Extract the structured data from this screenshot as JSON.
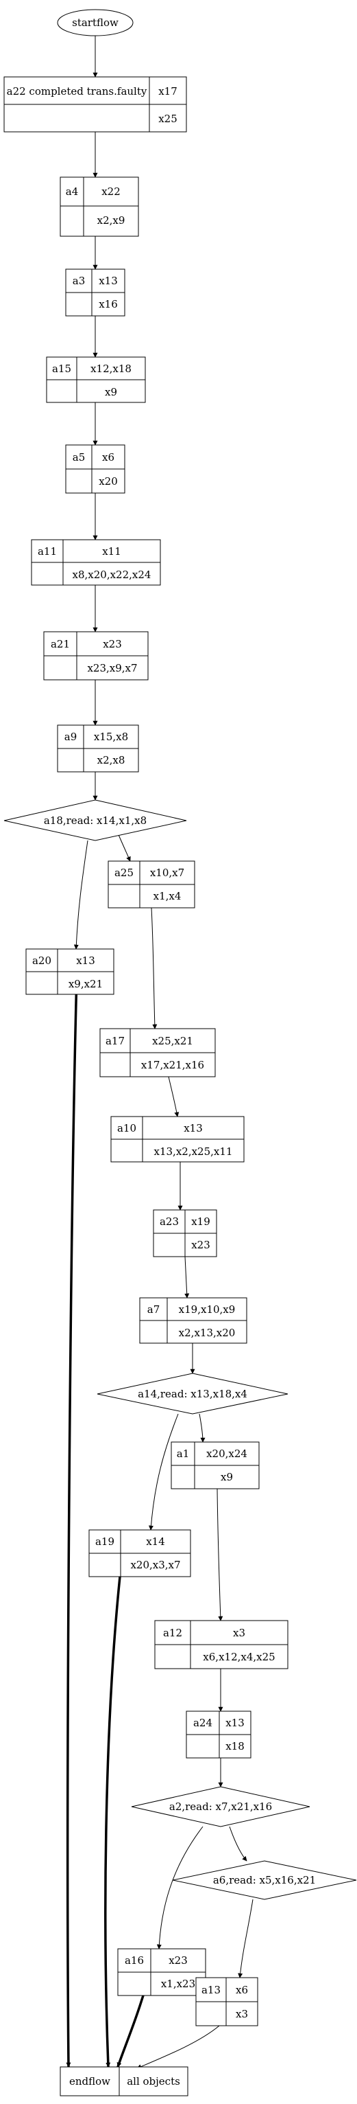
{
  "nodes": {
    "start": {
      "label": "startflow"
    },
    "n1": {
      "id": "a22 completed trans.faulty",
      "out": "x17",
      "in": "x25"
    },
    "n2": {
      "id": "a4",
      "out": "x22",
      "in": "x2,x9"
    },
    "n3": {
      "id": "a3",
      "out": "x13",
      "in": "x16"
    },
    "n4": {
      "id": "a15",
      "out": "x12,x18",
      "in": "x9"
    },
    "n5": {
      "id": "a5",
      "out": "x6",
      "in": "x20"
    },
    "n6": {
      "id": "a11",
      "out": "x11",
      "in": "x8,x20,x22,x24"
    },
    "n7": {
      "id": "a21",
      "out": "x23",
      "in": "x23,x9,x7"
    },
    "n8": {
      "id": "a9",
      "out": "x15,x8",
      "in": "x2,x8"
    },
    "d1": {
      "label": "a18,read: x14,x1,x8"
    },
    "n9": {
      "id": "a25",
      "out": "x10,x7",
      "in": "x1,x4"
    },
    "n10": {
      "id": "a20",
      "out": "x13",
      "in": "x9,x21"
    },
    "n11": {
      "id": "a17",
      "out": "x25,x21",
      "in": "x17,x21,x16"
    },
    "n12": {
      "id": "a10",
      "out": "x13",
      "in": "x13,x2,x25,x11"
    },
    "n13": {
      "id": "a23",
      "out": "x19",
      "in": "x23"
    },
    "n14": {
      "id": "a7",
      "out": "x19,x10,x9",
      "in": "x2,x13,x20"
    },
    "d2": {
      "label": "a14,read: x13,x18,x4"
    },
    "n15": {
      "id": "a1",
      "out": "x20,x24",
      "in": "x9"
    },
    "n16": {
      "id": "a19",
      "out": "x14",
      "in": "x20,x3,x7"
    },
    "n17": {
      "id": "a12",
      "out": "x3",
      "in": "x6,x12,x4,x25"
    },
    "n18": {
      "id": "a24",
      "out": "x13",
      "in": "x18"
    },
    "d3": {
      "label": "a2,read: x7,x21,x16"
    },
    "d4": {
      "label": "a6,read: x5,x16,x21"
    },
    "n19": {
      "id": "a16",
      "out": "x23",
      "in": "x1,x23"
    },
    "n20": {
      "id": "a13",
      "out": "x6",
      "in": "x3"
    },
    "end": {
      "left": "endflow",
      "right": "all objects"
    }
  }
}
